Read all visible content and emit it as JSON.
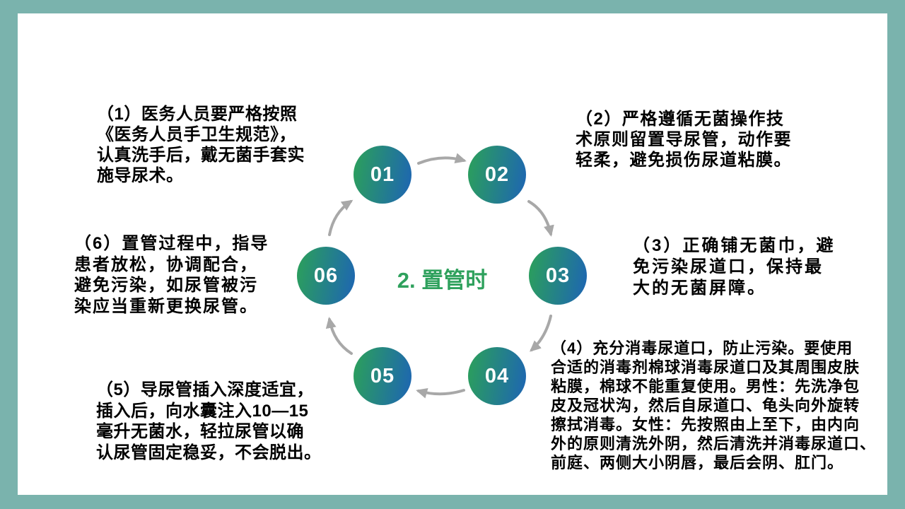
{
  "slide": {
    "frame_color": "#7AB3AD",
    "background_color": "#FFFFFF",
    "center_title": "2. 置管时",
    "colors": {
      "title": "#2FA15D",
      "circle_gradient_start": "#2B9E5D",
      "circle_gradient_end": "#1E67B0",
      "arrow": "#A8A8A8",
      "text": "#000000"
    },
    "steps": [
      "01",
      "02",
      "03",
      "04",
      "05",
      "06"
    ],
    "notes": [
      {
        "label": "1",
        "lines": [
          "（1）医务人员要严格按照",
          "《医务人员手卫生规范》，",
          "认真洗手后，戴无菌手套实",
          "施导尿术。"
        ]
      },
      {
        "label": "2",
        "lines": [
          "（2）严格遵循无菌操作技",
          "术原则留置导尿管，动作要",
          "轻柔，避免损伤尿道粘膜。"
        ]
      },
      {
        "label": "3",
        "lines": [
          "（3）正确铺无菌巾，避",
          "免污染尿道口，保持最",
          "大的无菌屏障。"
        ]
      },
      {
        "label": "4",
        "lines": [
          "（4）充分消毒尿道口，防止污染。要使用",
          "合适的消毒剂棉球消毒尿道口及其周围皮肤",
          "粘膜，棉球不能重复使用。男性：先洗净包",
          "皮及冠状沟，然后自尿道口、龟头向外旋转",
          "擦拭消毒。女性：先按照由上至下，由内向",
          "外的原则清洗外阴，然后清洗并消毒尿道口、",
          "前庭、两侧大小阴唇，最后会阴、肛门。"
        ]
      },
      {
        "label": "5",
        "lines": [
          "（5）导尿管插入深度适宜，",
          "插入后，向水囊注入10—15",
          "毫升无菌水，轻拉尿管以确",
          "认尿管固定稳妥，不会脱出。"
        ]
      },
      {
        "label": "6",
        "lines": [
          "（6）置管过程中，指导",
          "患者放松，协调配合，",
          "避免污染，如尿管被污",
          "染应当重新更换尿管。"
        ]
      }
    ]
  }
}
